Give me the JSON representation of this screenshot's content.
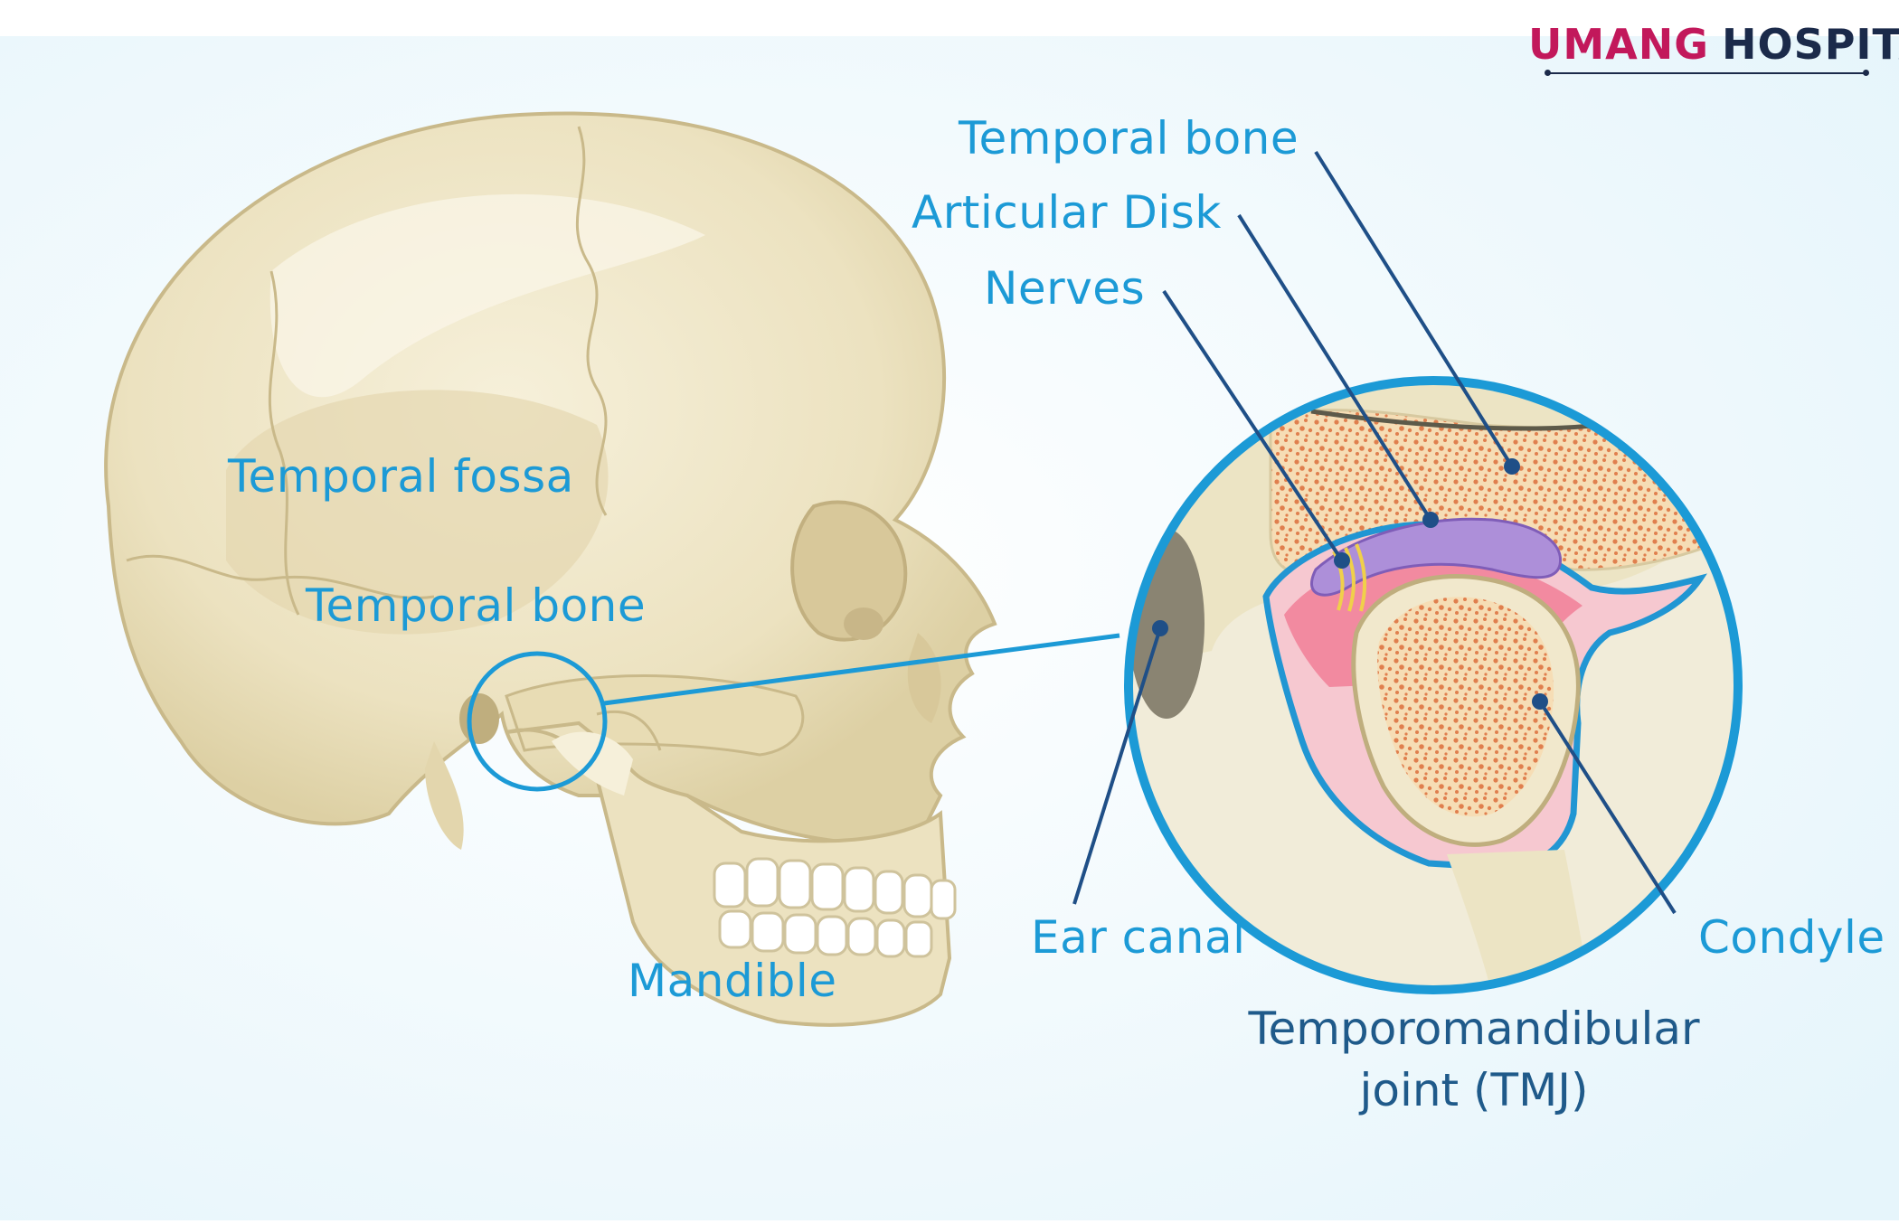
{
  "brand": {
    "part1": "UMANG",
    "part2": "HOSPITAL",
    "color_primary": "#c2185b",
    "color_secondary": "#1b2a4a"
  },
  "labels": {
    "temporal_fossa": "Temporal fossa",
    "temporal_bone_skull": "Temporal bone",
    "mandible": "Mandible",
    "temporal_bone_inset": "Temporal bone",
    "articular_disk": "Articular Disk",
    "nerves": "Nerves",
    "ear_canal": "Ear canal",
    "condyle": "Condyle"
  },
  "caption": {
    "line1": "Temporomandibular",
    "line2": "joint (TMJ)"
  },
  "colors": {
    "label": "#1c9ad6",
    "caption": "#1f5a8a",
    "leader": "#1f4f87",
    "bone": "#efe6c8",
    "marrow": "#e8956a",
    "cartilage": "#f2839a",
    "disk": "#a989d6",
    "background": "#eef8fc"
  }
}
